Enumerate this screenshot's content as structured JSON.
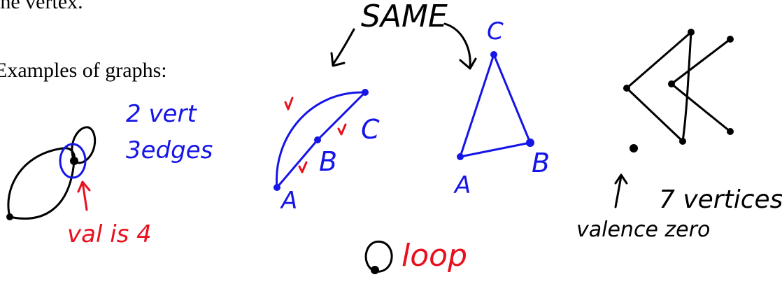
{
  "printed_text": {
    "top_line": "the vertex.",
    "examples_heading": "Examples of graphs:"
  },
  "handwritten": {
    "vertices_note_line1": "2 vert",
    "vertices_note_line2": "3edges",
    "valence_note": "val is 4",
    "same_label": "SAME",
    "label_c_arc": "C",
    "label_b_arc": "B",
    "label_a_arc": "A",
    "label_c_triangle": "C",
    "label_a_triangle": "A",
    "label_b_triangle": "B",
    "loop_label": "loop",
    "seven_vertices_note": "7 vertices",
    "valence_zero_note": "valence zero"
  },
  "colors": {
    "ink_black": "#000000",
    "ink_blue": "#1515e8",
    "ink_red": "#e8101e"
  }
}
